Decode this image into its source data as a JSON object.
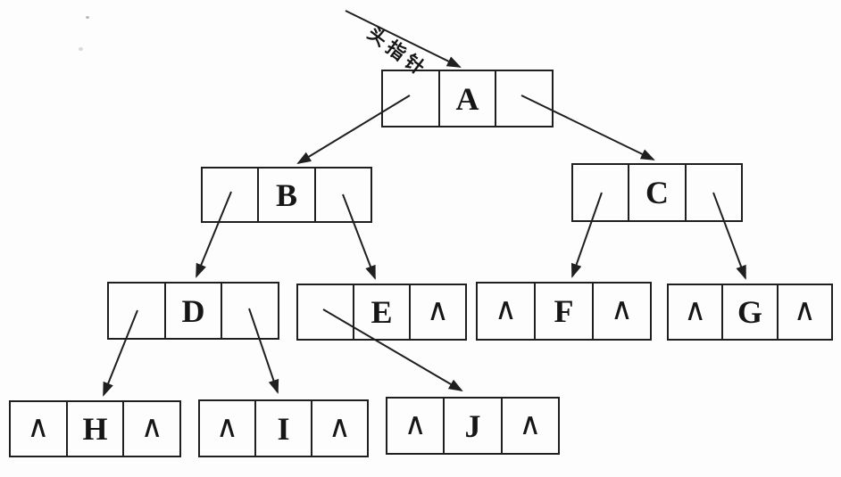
{
  "figure": {
    "head_pointer_label": "头指针",
    "null_symbol": "∧"
  },
  "colors": {
    "ink": "#1f1f1f",
    "background": "#fdfdfd"
  },
  "nodes": {
    "A": {
      "label": "A",
      "left": "",
      "right": ""
    },
    "B": {
      "label": "B",
      "left": "",
      "right": ""
    },
    "C": {
      "label": "C",
      "left": "",
      "right": ""
    },
    "D": {
      "label": "D",
      "left": "",
      "right": ""
    },
    "E": {
      "label": "E",
      "left": "",
      "right": "∧"
    },
    "F": {
      "label": "F",
      "left": "∧",
      "right": "∧"
    },
    "G": {
      "label": "G",
      "left": "∧",
      "right": "∧"
    },
    "H": {
      "label": "H",
      "left": "∧",
      "right": "∧"
    },
    "I": {
      "label": "I",
      "left": "∧",
      "right": "∧"
    },
    "J": {
      "label": "J",
      "left": "∧",
      "right": "∧"
    }
  },
  "tree": {
    "root": "A",
    "edges": [
      {
        "parent": "A",
        "slot": "left",
        "child": "B"
      },
      {
        "parent": "A",
        "slot": "right",
        "child": "C"
      },
      {
        "parent": "B",
        "slot": "left",
        "child": "D"
      },
      {
        "parent": "B",
        "slot": "right",
        "child": "E"
      },
      {
        "parent": "C",
        "slot": "left",
        "child": "F"
      },
      {
        "parent": "C",
        "slot": "right",
        "child": "G"
      },
      {
        "parent": "D",
        "slot": "left",
        "child": "H"
      },
      {
        "parent": "D",
        "slot": "right",
        "child": "I"
      },
      {
        "parent": "E",
        "slot": "left",
        "child": "J"
      }
    ]
  }
}
